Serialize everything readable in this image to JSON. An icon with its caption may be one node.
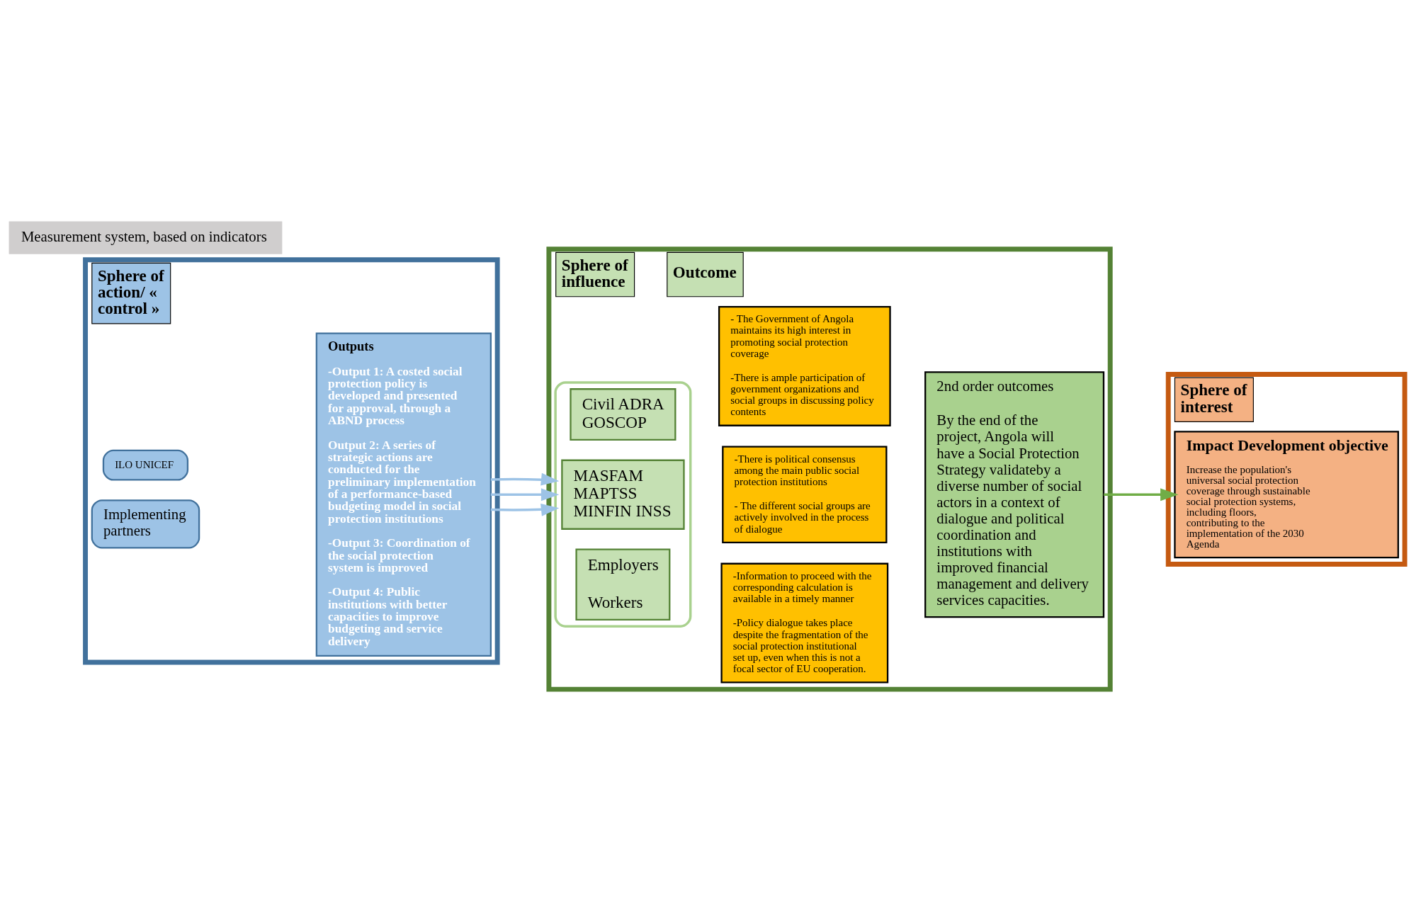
{
  "diagram": {
    "nodes": [
      {
        "text": [
          "Sphere of action/ « control »"
        ]
      },
      {
        "text": [
          "ILO UNICEF"
        ],
        "in": 0
      },
      {
        "text": [
          "Implementing partners"
        ],
        "in": 0
      },
      {
        "text": [
          "Outputs",
          "-Output 1: A costed social protection policy is developed and presented for approval, through a ABND process",
          "Output 2: A series of strategic actions are conducted for the preliminary implementation of a performance-based budgeting model in social protection institutions",
          "-Output 3: Coordination of the social protection system is improved",
          "-Output 4: Public institutions with better capacities to improve budgeting and service delivery"
        ],
        "in": 0
      },
      {
        "text": [
          "Sphere of influence",
          "Outcome"
        ]
      },
      {
        "text": [],
        "shape": "box",
        "in": 4
      },
      {
        "text": [
          "MASFAM MAPTSS MINFIN INSS"
        ],
        "in": 5
      },
      {
        "text": [
          "Employers",
          "Workers"
        ],
        "in": 5
      },
      {
        "text": [
          "Civil ADRA GOSCOP"
        ],
        "in": 5
      },
      {
        "text": [
          "- The Government of Angola maintains its high interest in promoting social protection coverage",
          "-There is ample participation of government organizations and social groups in discussing policy contents"
        ],
        "in": 4
      },
      {
        "text": [
          "-Information to proceed with the corresponding calculation is available in a timely manner",
          "-Policy dialogue takes place despite the fragmentation of the social protection institutional set up, even when this is not a focal sector of EU cooperation."
        ],
        "in": 4
      },
      {
        "text": [
          "-There is political consensus among the main public social protection institutions",
          "- The different social groups are actively involved in the process of dialogue"
        ],
        "in": 4
      },
      {
        "text": [
          "2nd order outcomes",
          "By the end of the project, Angola will have a Social Protection Strategy validateby a diverse number of social actors in a context of dialogue and political coordination and institutions with improved financial management and delivery services capacities."
        ],
        "in": 4
      },
      {
        "text": [
          "Sphere of interest"
        ]
      },
      {
        "text": [
          "Impact Development objective",
          "Increase the population's universal social protection coverage through sustainable social protection systems, including floors, contributing to the implementation of the 2030 Agenda"
        ],
        "in": 13
      },
      {
        "text": [
          "Measurement system, based on indicators"
        ]
      }
    ],
    "edges": [
      {
        "from": 3,
        "to": 5,
        "arrow": "to"
      },
      {
        "from": 3,
        "to": 5,
        "arrow": "to"
      },
      {
        "from": 3,
        "to": 5,
        "arrow": "to"
      },
      {
        "from": 12,
        "to": 14,
        "arrow": "to",
        "color": "#70ad47"
      }
    ]
  }
}
